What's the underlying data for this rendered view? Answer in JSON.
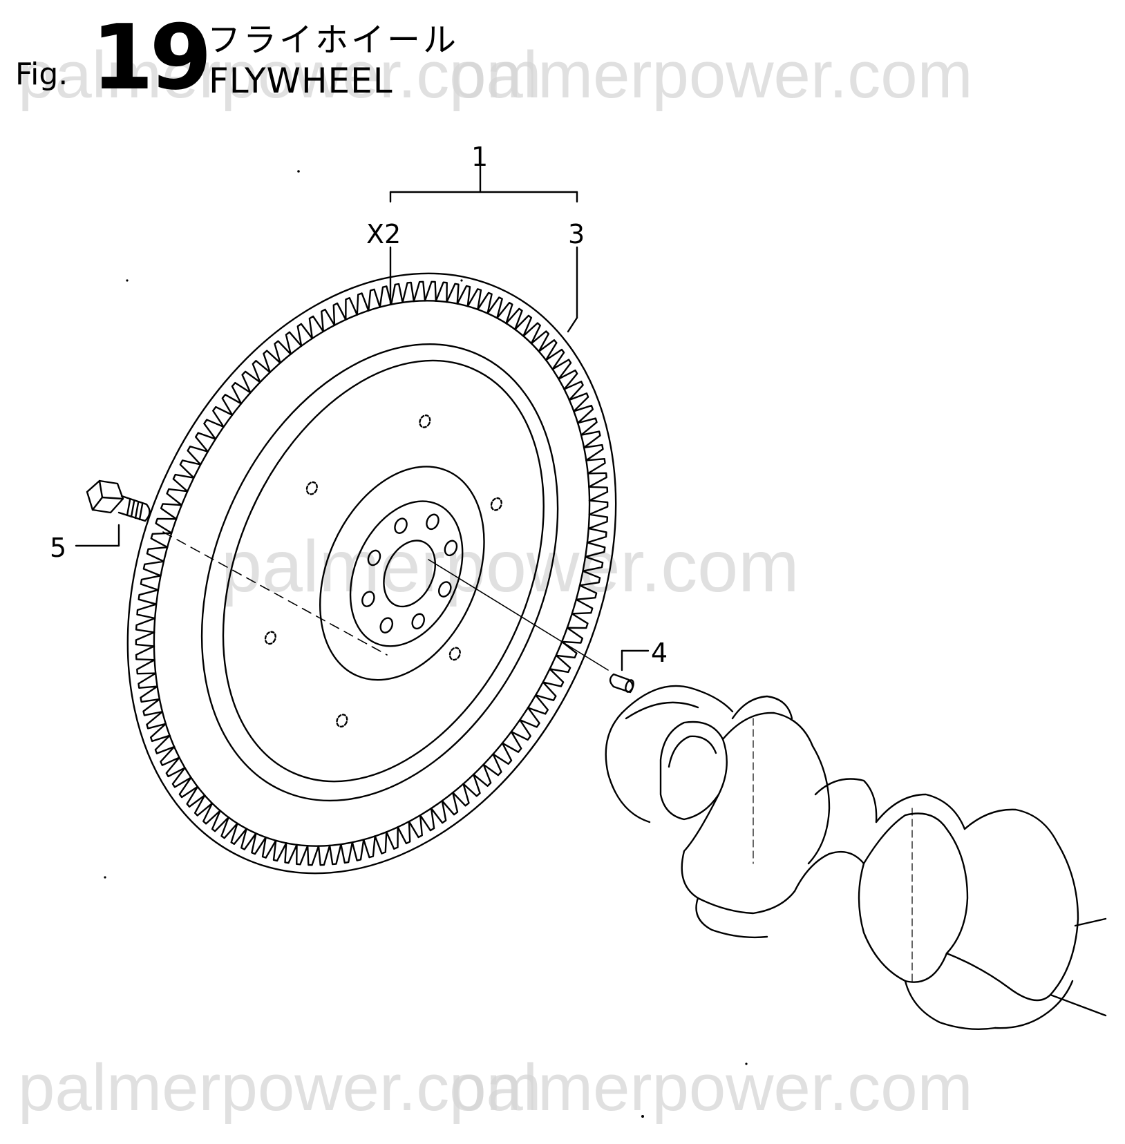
{
  "header": {
    "fig_label": "Fig.",
    "fig_number": "19",
    "title_jp": "フライホイール",
    "title_en": "FLYWHEEL"
  },
  "watermark": {
    "text": "palmerpower.com"
  },
  "callouts": {
    "part1": "1",
    "part2": "X2",
    "part3": "3",
    "part4": "4",
    "part5": "5"
  },
  "colors": {
    "ink": "#000000",
    "watermark": "#d6d6d6",
    "background": "#ffffff"
  }
}
